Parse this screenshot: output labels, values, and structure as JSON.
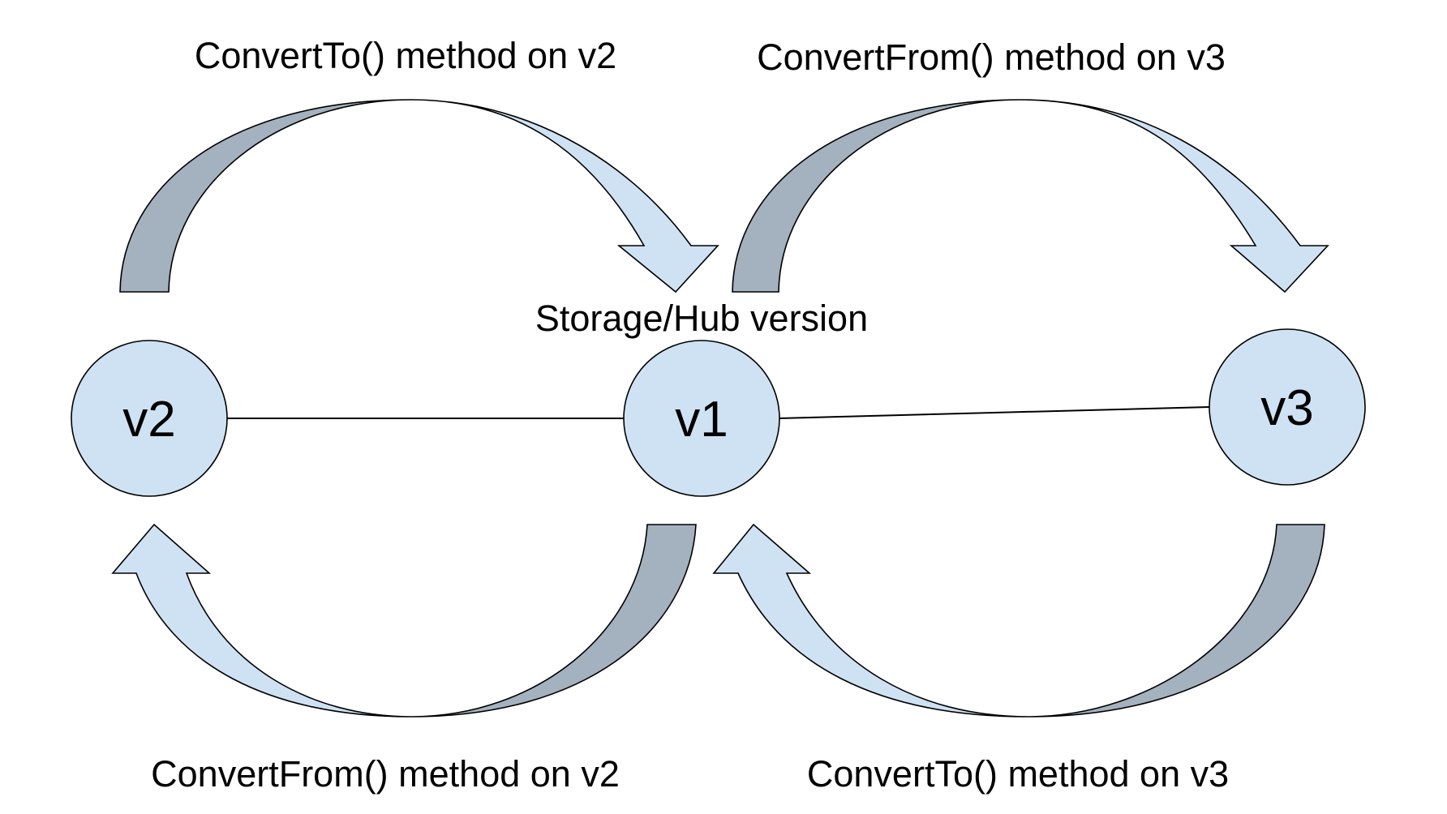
{
  "colors": {
    "background": "#ffffff",
    "node_fill": "#cfe2f3",
    "arrow_front": "#cfe2f3",
    "arrow_back": "#a4b1bf",
    "stroke": "#000000"
  },
  "nodes": {
    "v2": {
      "label": "v2"
    },
    "v1": {
      "label": "v1"
    },
    "v3": {
      "label": "v3"
    }
  },
  "hub_label": "Storage/Hub version",
  "arrows": {
    "top_left": {
      "label": "ConvertTo() method on v2"
    },
    "top_right": {
      "label": "ConvertFrom() method on v3"
    },
    "bottom_left": {
      "label": "ConvertFrom() method on v2"
    },
    "bottom_right": {
      "label": "ConvertTo() method on v3"
    }
  }
}
